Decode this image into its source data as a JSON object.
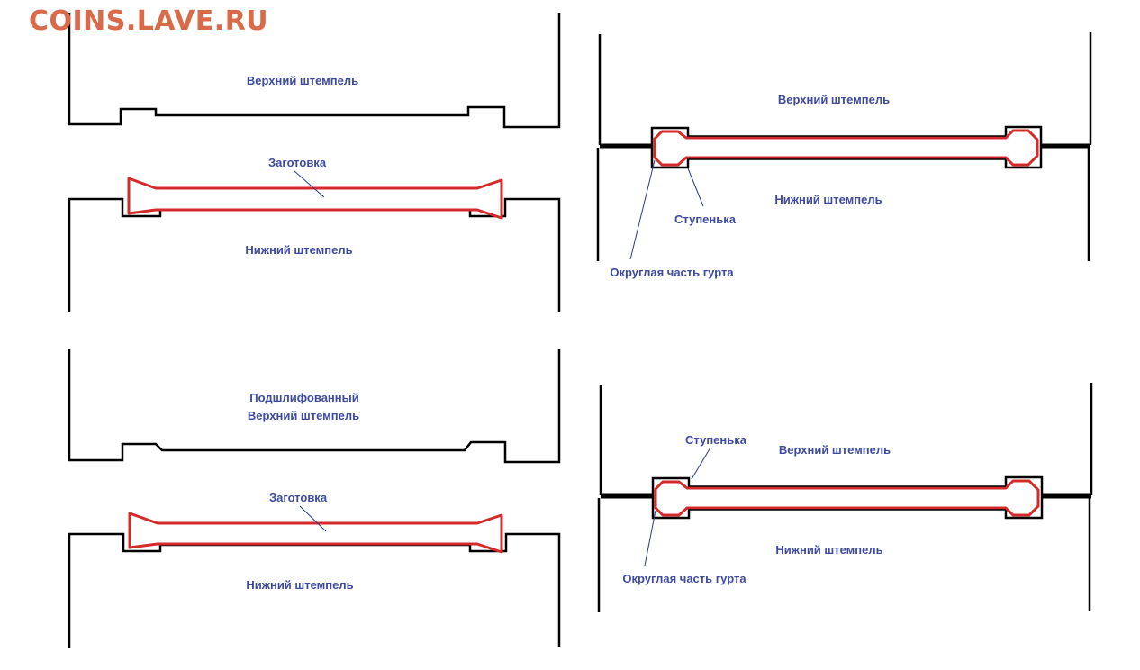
{
  "watermark": "COINS.LAVE.RU",
  "colors": {
    "watermark": "#d96a4a",
    "label_text": "#3d4aa0",
    "blank_outline": "#d42a2a",
    "die_outline": "#000000"
  },
  "panels": {
    "top_left": {
      "upper_die": "Верхний штемпель",
      "blank": "Заготовка",
      "lower_die": "Нижний штемпель"
    },
    "bottom_left": {
      "upper_die_line1": "Подшлифованный",
      "upper_die_line2": "Верхний штемпель",
      "blank": "Заготовка",
      "lower_die": "Нижний штемпель"
    },
    "top_right": {
      "upper_die": "Верхний штемпель",
      "lower_die": "Нижний штемпель",
      "step": "Ступенька",
      "rounded_edge": "Округлая часть гурта"
    },
    "bottom_right": {
      "step": "Ступенька",
      "upper_die": "Верхний штемпель",
      "lower_die": "Нижний штемпель",
      "rounded_edge": "Округлая часть гурта"
    }
  }
}
